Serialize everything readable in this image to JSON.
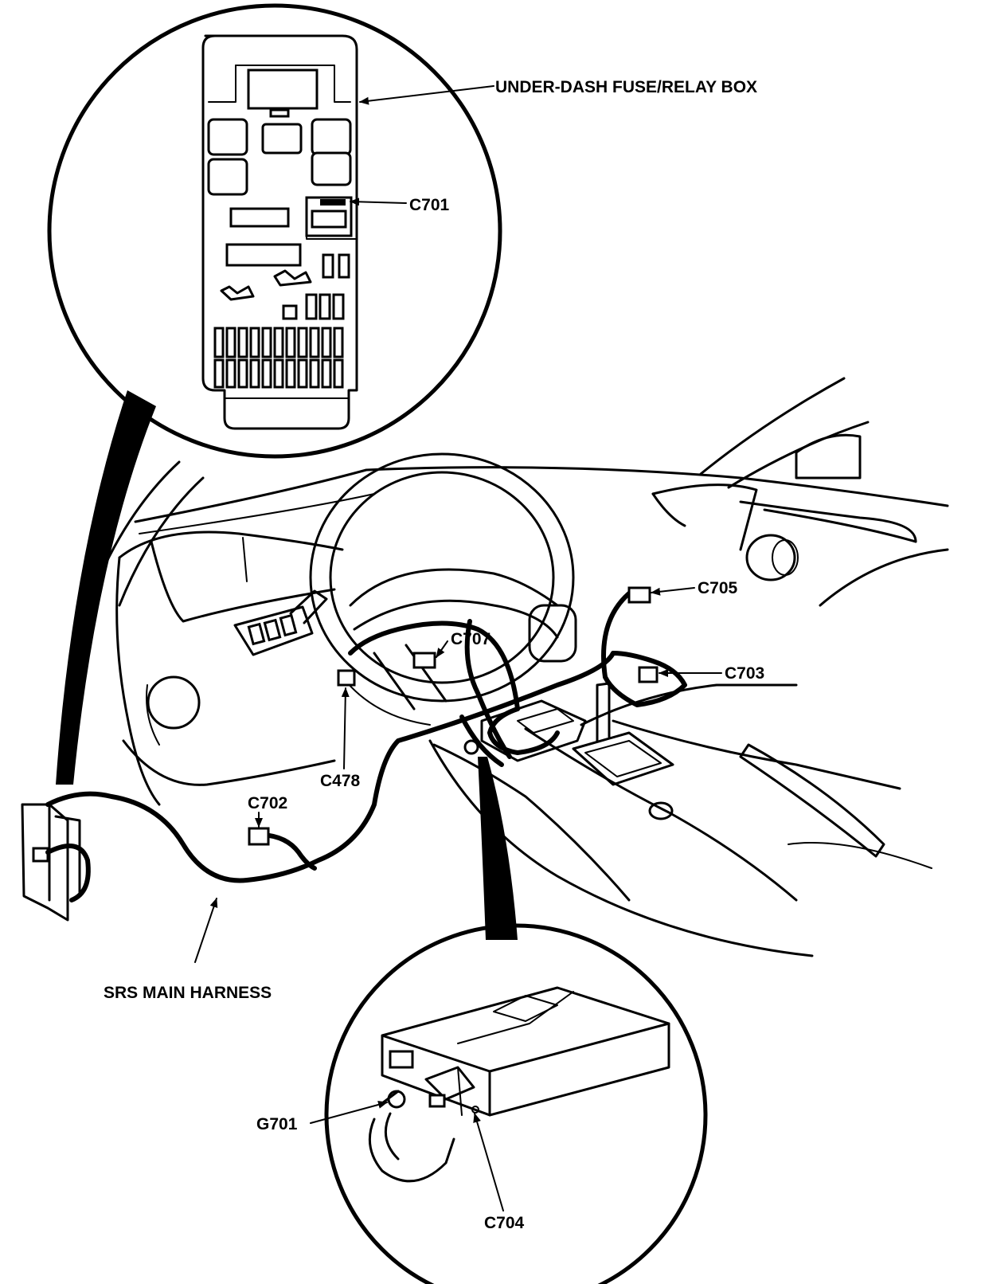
{
  "labels": {
    "fuse_box": "UNDER-DASH FUSE/RELAY BOX",
    "c701": "C701",
    "c705": "C705",
    "c707": "C707",
    "c703": "C703",
    "c478": "C478",
    "c702": "C702",
    "srs_harness": "SRS MAIN HARNESS",
    "g701": "G701",
    "c704": "C704"
  }
}
